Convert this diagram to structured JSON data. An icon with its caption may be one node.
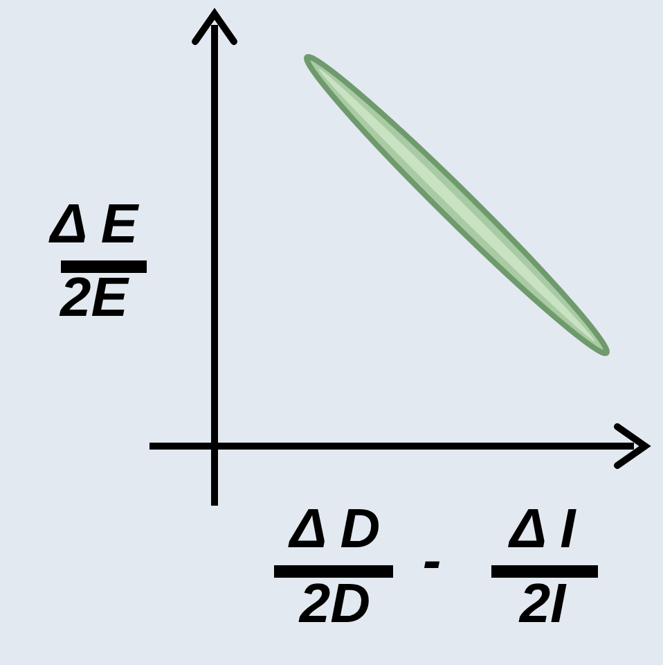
{
  "diagram": {
    "labels": [
      "Δ E",
      "2E",
      "Δ D",
      "2D",
      "-",
      "Δ I",
      "2I"
    ]
  }
}
